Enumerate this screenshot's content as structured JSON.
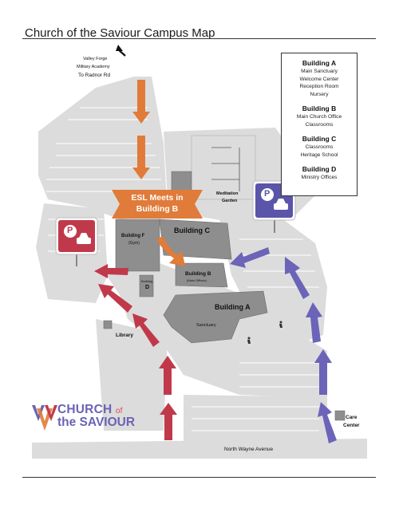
{
  "title": "Church of the Saviour Campus Map",
  "legend": [
    {
      "heading": "Building A",
      "items": [
        "Main Sanctuary",
        "Welcome Center",
        "Reception Room",
        "Nursery"
      ]
    },
    {
      "heading": "Building B",
      "items": [
        "Main Church Office",
        "Classrooms"
      ]
    },
    {
      "heading": "Building C",
      "items": [
        "Classrooms",
        "Heritage School"
      ]
    },
    {
      "heading": "Building D",
      "items": [
        "Ministry Offices"
      ]
    }
  ],
  "labels": {
    "valley_forge_1": "Valley Forge",
    "valley_forge_2": "Military Academy",
    "radnor": "To Radnor Rd",
    "meditation_1": "Meditation",
    "meditation_2": "Garden",
    "esl_1": "ESL Meets in",
    "esl_2": "Building B",
    "building_c": "Building C",
    "building_f_1": "Building F",
    "building_f_2": "(Gym)",
    "building_b": "Building B",
    "building_b_sub": "(Main Offices)",
    "building_d_1": "Building",
    "building_d_2": "D",
    "building_a": "Building A",
    "sanctuary": "Sanctuary",
    "library": "Library",
    "care_1": "Care",
    "care_2": "Center",
    "road": "North Wayne Avenue",
    "parking_letter": "P"
  },
  "logo": {
    "line1": "CHURCH",
    "of": "of",
    "line2": "the SAVIOUR"
  },
  "colors": {
    "orange": "#e07b39",
    "crimson": "#c0394b",
    "purple": "#6b64b8",
    "parking_pink": "#c0394b",
    "parking_blue": "#5a55a8",
    "building": "#8c8c8c",
    "pavement": "#d9d9d9"
  },
  "icons": [
    "north-arrow-icon",
    "parking-sign-icon",
    "car-icon",
    "accessible-icon",
    "church-logo-icon"
  ]
}
